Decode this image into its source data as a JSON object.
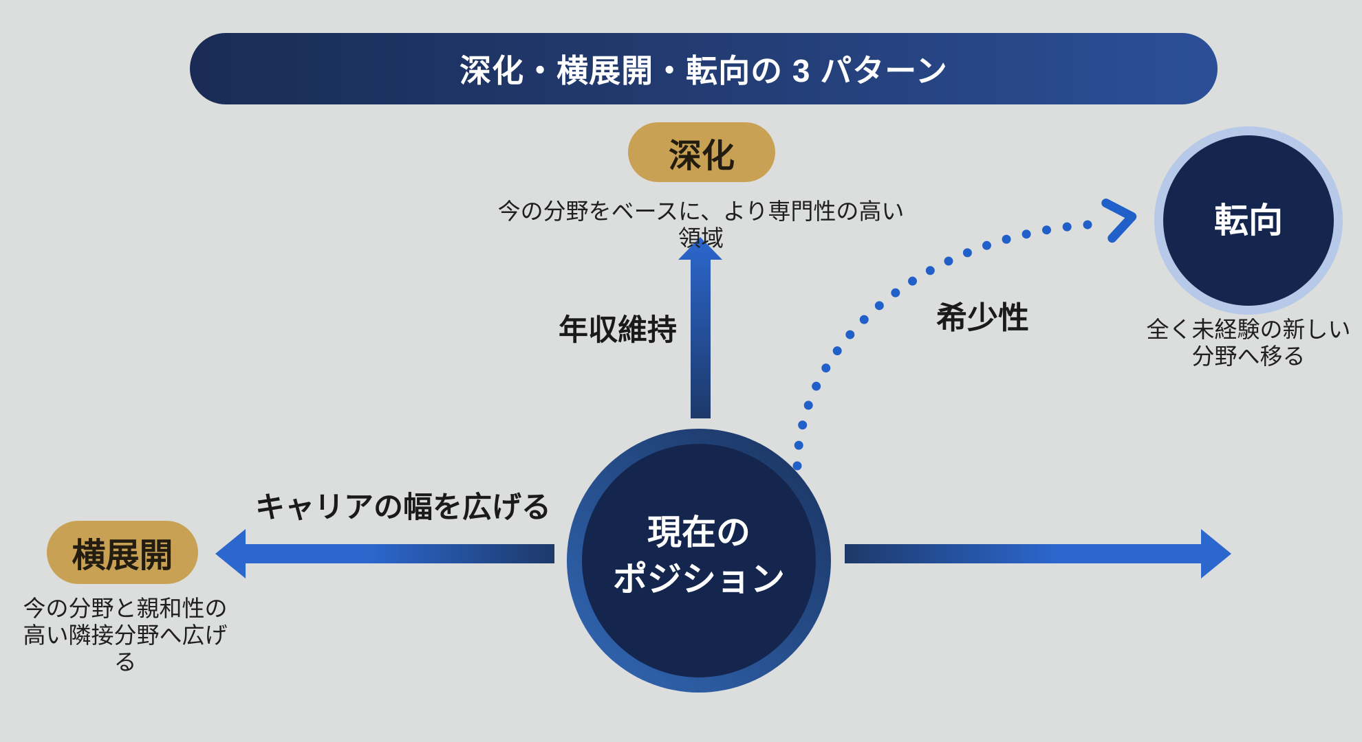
{
  "title_banner": {
    "label": "深化・横展開・転向の 3 パターン"
  },
  "center_circle": {
    "line1": "現在の",
    "line2": "ポジション"
  },
  "deepening": {
    "pill_label": "深化",
    "description": "今の分野をベースに、より専門性の高い領域",
    "arrow_label": "年収維持"
  },
  "lateral": {
    "pill_label": "横展開",
    "description_line1": "今の分野と親和性の",
    "description_line2": "高い隣接分野へ広げる",
    "arrow_label": "キャリアの幅を広げる"
  },
  "pivot": {
    "circle_label": "転向",
    "description_line1": "全く未経験の新しい",
    "description_line2": "分野へ移る",
    "arrow_label": "希少性"
  },
  "icons": {
    "deepening_arrow": "up-arrow",
    "lateral_arrow": "left-arrow",
    "outward_arrow": "right-arrow",
    "pivot_arrow": "dotted-curve-arrow-right"
  },
  "colors": {
    "background": "#dcdddd",
    "banner_dark": "#1a2c55",
    "banner_blue": "#2b4f97",
    "gold": "#c8a155",
    "navy": "#15264e",
    "ring_blue": "#2f63ae",
    "ring_dark": "#1c3766",
    "bright_blue": "#2c67ce",
    "dark_blue": "#1d3969",
    "dot_blue": "#2160c8",
    "pale_ring": "#b7c9e9",
    "text_dark": "#1f1f1f",
    "pill_text": "#231c10"
  }
}
